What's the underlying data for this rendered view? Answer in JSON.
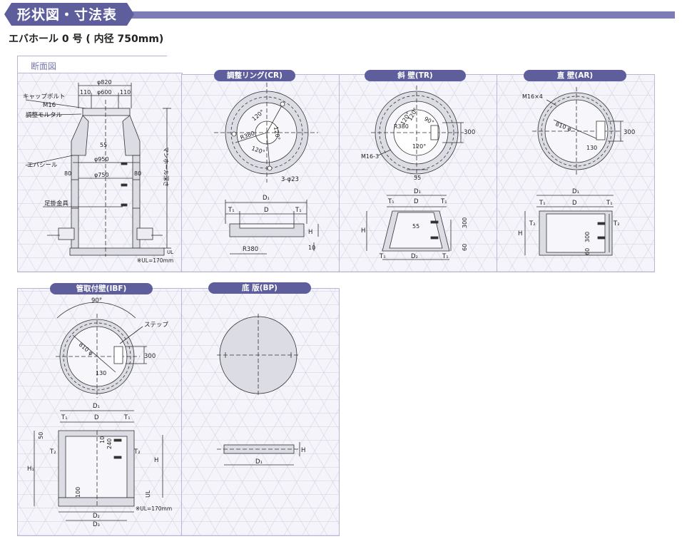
{
  "header": {
    "title": "形状図・寸法表"
  },
  "subtitle": "エバホール 0 号 ( 内径 750mm)",
  "section": {
    "tab": "断面図",
    "labels": {
      "cap_bolt": "キャップボルト",
      "m16": "M16",
      "mortar": "調整モルタル",
      "eva_seal": "エバシール",
      "step": "足掛金具",
      "depth": "マンホール深さ",
      "ul_note": "※UL=170mm",
      "ul": "UL"
    },
    "dims": {
      "d820": "φ820",
      "d600": "φ600",
      "d110a": "110",
      "d110b": "110",
      "d55": "55",
      "d950": "φ950",
      "d750": "φ750",
      "d80a": "80",
      "d80b": "80"
    }
  },
  "cr": {
    "title": "調整リング(CR)",
    "labels": {
      "a120a": "120°",
      "a120b": "120°",
      "a120c": "120°",
      "r380": "R380",
      "holes": "3-φ23",
      "D1": "D₁",
      "T1a": "T₁",
      "D": "D",
      "T1b": "T₁",
      "H": "H",
      "ten": "10",
      "r380b": "R380"
    }
  },
  "tr": {
    "title": "斜 壁(TR)",
    "labels": {
      "a120a": "120°",
      "a120b": "120°",
      "a90": "90°",
      "r380": "R380",
      "a120c": "120°",
      "d300": "300",
      "m163": "M16-3",
      "d55": "55",
      "D1": "D₁",
      "T1a": "T₁",
      "D": "D",
      "T1b": "T₁",
      "H": "H",
      "d55b": "55",
      "d300b": "300",
      "d60": "60",
      "T1c": "T₁",
      "D2": "D₂",
      "T1d": "T₁"
    }
  },
  "ar": {
    "title": "直 壁(AR)",
    "labels": {
      "m16x4": "M16×4",
      "r810": "810 φ",
      "d300": "300",
      "d130": "130",
      "D1": "D₁",
      "T1a": "T₁",
      "D": "D",
      "T1b": "T₁",
      "H": "H",
      "T2a": "T₂",
      "T2b": "T₂",
      "d300b": "300",
      "d60": "60"
    }
  },
  "ibf": {
    "title": "管取付壁(IBF)",
    "labels": {
      "a90": "90°",
      "step": "ステップ",
      "r810": "810 φ",
      "d300": "300",
      "d130": "130",
      "D1": "D₁",
      "T1a": "T₁",
      "D": "D",
      "T1b": "T₁",
      "d50": "50",
      "T2a": "T₂",
      "d10": "10",
      "d240": "240",
      "T2b": "T₂",
      "H": "H",
      "H1": "H₁",
      "d100": "100",
      "UL": "UL",
      "D2": "D₂",
      "D3": "D₃",
      "ul_note": "※UL=170mm"
    }
  },
  "bp": {
    "title": "底 版(BP)",
    "labels": {
      "H": "H",
      "D1": "D₁"
    }
  },
  "colors": {
    "accent": "#5f5e9d",
    "accent_light": "#7d7cb6",
    "panel_bg": "#f4f4fa",
    "border": "#b7b7d3"
  }
}
